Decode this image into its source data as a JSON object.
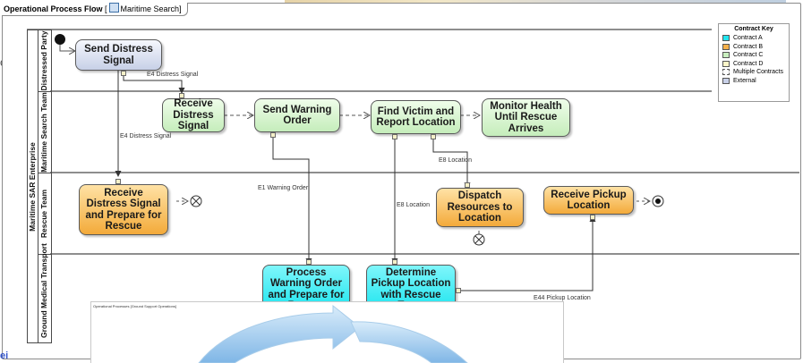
{
  "diagram": {
    "tab_label": "Operational Process Flow",
    "tab_diagram_name": "Maritime Search",
    "enterprise_label": "Maritime SAR Enterprise",
    "lanes": [
      {
        "id": "distressed",
        "label": "Distressed Party"
      },
      {
        "id": "search",
        "label": "Maritime Search Team"
      },
      {
        "id": "rescue",
        "label": "Rescue Team"
      },
      {
        "id": "medical",
        "label": "Ground Medical Transport"
      }
    ],
    "nodes": {
      "send_distress": {
        "label": "Send Distress Signal",
        "contract": "External"
      },
      "receive_distress": {
        "label": "Receive Distress Signal",
        "contract": "Contract C"
      },
      "send_warning": {
        "label": "Send Warning Order",
        "contract": "Contract C"
      },
      "find_victim": {
        "label": "Find Victim and Report Location",
        "contract": "Contract C"
      },
      "monitor_health": {
        "label": "Monitor Health Until Rescue Arrives",
        "contract": "Contract C"
      },
      "receive_prepare": {
        "label": "Receive Distress Signal and Prepare for Rescue",
        "contract": "Contract B"
      },
      "dispatch": {
        "label": "Dispatch Resources to Location",
        "contract": "Contract B"
      },
      "receive_pickup": {
        "label": "Receive Pickup Location",
        "contract": "Contract B"
      },
      "process_warning": {
        "label": "Process Warning Order and Prepare for Rescue",
        "contract": "Contract A"
      },
      "determine_pickup": {
        "label": "Determine Pickup Location with Rescue Team",
        "contract": "Contract A"
      }
    },
    "edge_labels": {
      "e4_top": "E4 Distress Signal",
      "e4_left": "E4 Distress Signal",
      "e8_top": "E8 Location",
      "e1": "E1 Warning Order",
      "e8_mid": "E8 Location",
      "e44": "E44 Pickup Location"
    }
  },
  "legend": {
    "title": "Contract Key",
    "items": [
      {
        "label": "Contract A",
        "color": "#22e5ef"
      },
      {
        "label": "Contract B",
        "color": "#f6b04a"
      },
      {
        "label": "Contract C",
        "color": "#c9efbf"
      },
      {
        "label": "Contract D",
        "color": "#fbf5c8"
      },
      {
        "label": "Multiple Contracts",
        "color": "#ffffff"
      },
      {
        "label": "External",
        "color": "#c8d0e8"
      }
    ]
  },
  "overlay": {
    "tab_label": "Operational Processes",
    "tab_diagram_name": "Ground Support Operations"
  },
  "fragments": {
    "left_top": "ol",
    "left_bottom": "ei"
  }
}
